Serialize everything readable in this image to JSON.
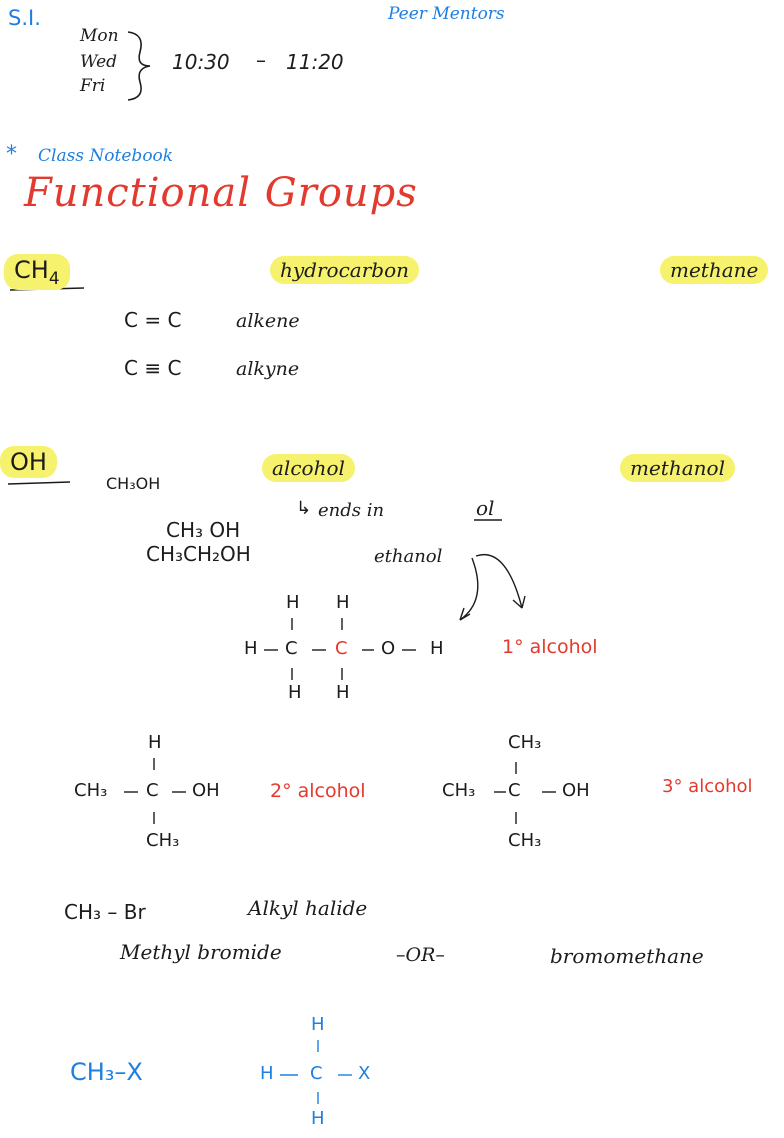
{
  "header": {
    "si_label": "S.I.",
    "peer_mentors": "Peer Mentors",
    "days": [
      "Mon",
      "Wed",
      "Fri"
    ],
    "time_start": "10:30",
    "time_dash": "–",
    "time_end": "11:20"
  },
  "notebook": {
    "star": "*",
    "label": "Class Notebook",
    "title": "Functional Groups"
  },
  "hydrocarbon": {
    "formula_main": "CH",
    "formula_sub": "4",
    "type": "hydrocarbon",
    "name": "methane",
    "alkene_bond": "C = C",
    "alkene_name": "alkene",
    "alkyne_bond": "C ≡ C",
    "alkyne_name": "alkyne"
  },
  "alcohol": {
    "group": "OH",
    "type": "alcohol",
    "name": "methanol",
    "ch3oh": "CH₃OH",
    "ends_arrow": "↳",
    "ends_text": "ends  in",
    "ends_suffix": "ol",
    "ch3oh_2": "CH₃ OH",
    "ch3ch2oh": "CH₃CH₂OH",
    "ethanol": "ethanol",
    "h": "H",
    "c": "C",
    "o": "O",
    "primary": "1° alcohol",
    "ch3": "CH₃",
    "oh": "OH",
    "secondary": "2° alcohol",
    "tertiary": "3° alcohol"
  },
  "halide": {
    "formula": "CH₃ – Br",
    "type": "Alkyl halide",
    "name1": "Methyl bromide",
    "or": "–OR–",
    "name2": "bromomethane",
    "general": "CH₃–X",
    "x": "X"
  }
}
